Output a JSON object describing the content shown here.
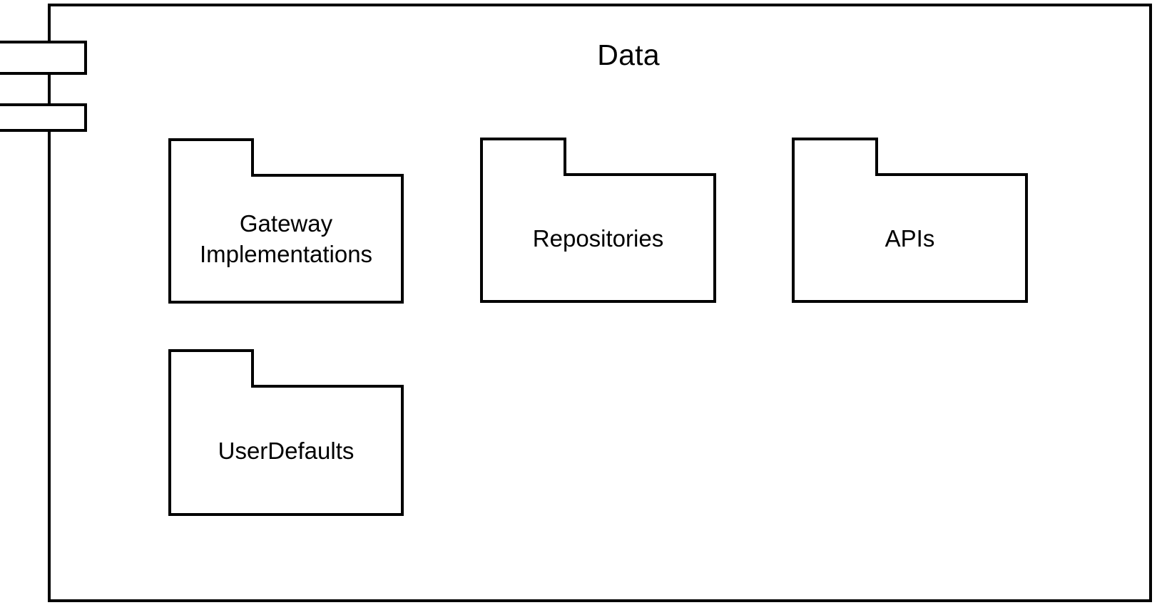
{
  "diagram": {
    "type": "uml-component-diagram",
    "component": {
      "title": "Data",
      "stroke_color": "#000000",
      "fill_color": "#ffffff",
      "tabs": [
        {
          "name": "component-tab-upper"
        },
        {
          "name": "component-tab-lower"
        }
      ]
    },
    "packages": [
      {
        "id": "gateway-implementations",
        "label": "Gateway\nImplementations"
      },
      {
        "id": "repositories",
        "label": "Repositories"
      },
      {
        "id": "apis",
        "label": "APIs"
      },
      {
        "id": "userdefaults",
        "label": "UserDefaults"
      }
    ]
  }
}
